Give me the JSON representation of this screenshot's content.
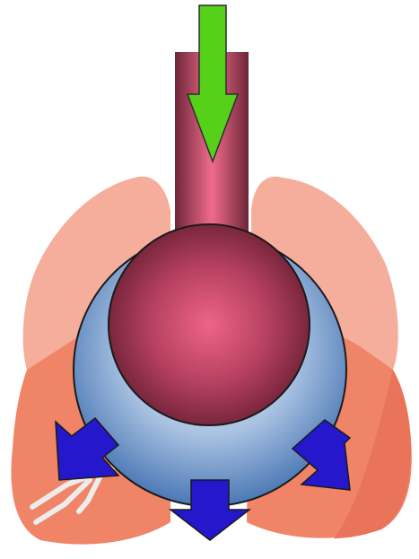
{
  "diagram": {
    "subject": "lungs-heart-flow",
    "colors": {
      "background": "#ffffff",
      "lung_upper": "#f5ad9c",
      "lung_lower": "#f08466",
      "lung_lower_dark": "#ea7459",
      "vessel_light": "#f06b8d",
      "vessel_dark": "#6e2637",
      "sphere_light": "#ef6488",
      "sphere_dark": "#6a2034",
      "chamber_light": "#eef4fb",
      "chamber_mid": "#a9c2e2",
      "chamber_dark": "#4b78b5",
      "inflow_arrow": "#55d11a",
      "outflow_arrow": "#2417cc",
      "airway": "#ececec",
      "outline": "#1a1a1a"
    },
    "arrows": {
      "inflow": {
        "count": 1,
        "icon": "down-arrow-icon",
        "color_key": "inflow_arrow"
      },
      "outflow": {
        "count": 3,
        "icon": "arrow-icon",
        "color_key": "outflow_arrow"
      }
    }
  }
}
